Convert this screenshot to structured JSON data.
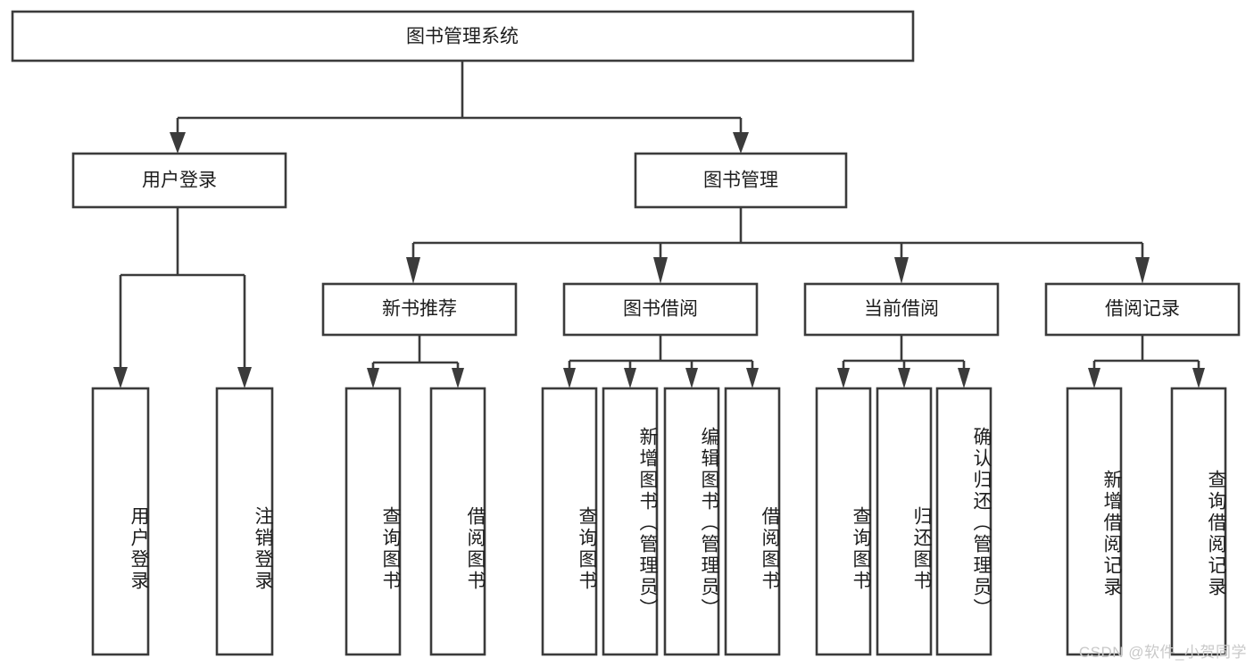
{
  "diagram": {
    "title_node": {
      "label": "图书管理系统"
    },
    "level2": [
      {
        "id": "user-login",
        "label": "用户登录"
      },
      {
        "id": "book-management",
        "label": "图书管理"
      }
    ],
    "level3": [
      {
        "id": "new-book-recommend",
        "label": "新书推荐"
      },
      {
        "id": "book-borrow",
        "label": "图书借阅"
      },
      {
        "id": "current-borrow",
        "label": "当前借阅"
      },
      {
        "id": "borrow-record",
        "label": "借阅记录"
      }
    ],
    "leaves": {
      "user_login": [
        {
          "id": "leaf-user-login",
          "label": "用户登录"
        },
        {
          "id": "leaf-logout-login",
          "label": "注销登录"
        }
      ],
      "new_book_recommend": [
        {
          "id": "leaf-query-book-1",
          "label": "查询图书"
        },
        {
          "id": "leaf-borrow-book-1",
          "label": "借阅图书"
        }
      ],
      "book_borrow": [
        {
          "id": "leaf-query-book-2",
          "label": "查询图书"
        },
        {
          "id": "leaf-add-book",
          "label": "新增图书（管理员）"
        },
        {
          "id": "leaf-edit-book",
          "label": "编辑图书（管理员）"
        },
        {
          "id": "leaf-borrow-book-2",
          "label": "借阅图书"
        }
      ],
      "current_borrow": [
        {
          "id": "leaf-query-book-3",
          "label": "查询图书"
        },
        {
          "id": "leaf-return-book",
          "label": "归还图书"
        },
        {
          "id": "leaf-confirm-return",
          "label": "确认归还（管理员）"
        }
      ],
      "borrow_record": [
        {
          "id": "leaf-add-record",
          "label": "新增借阅记录"
        },
        {
          "id": "leaf-query-record",
          "label": "查询借阅记录"
        }
      ]
    },
    "watermark": "CSDN @软件_小贺同学",
    "colors": {
      "stroke": "#3b3b3b",
      "fill": "#ffffff",
      "text": "#1d1d1d",
      "watermark": "#c9c9c9",
      "background": "#ffffff"
    }
  }
}
